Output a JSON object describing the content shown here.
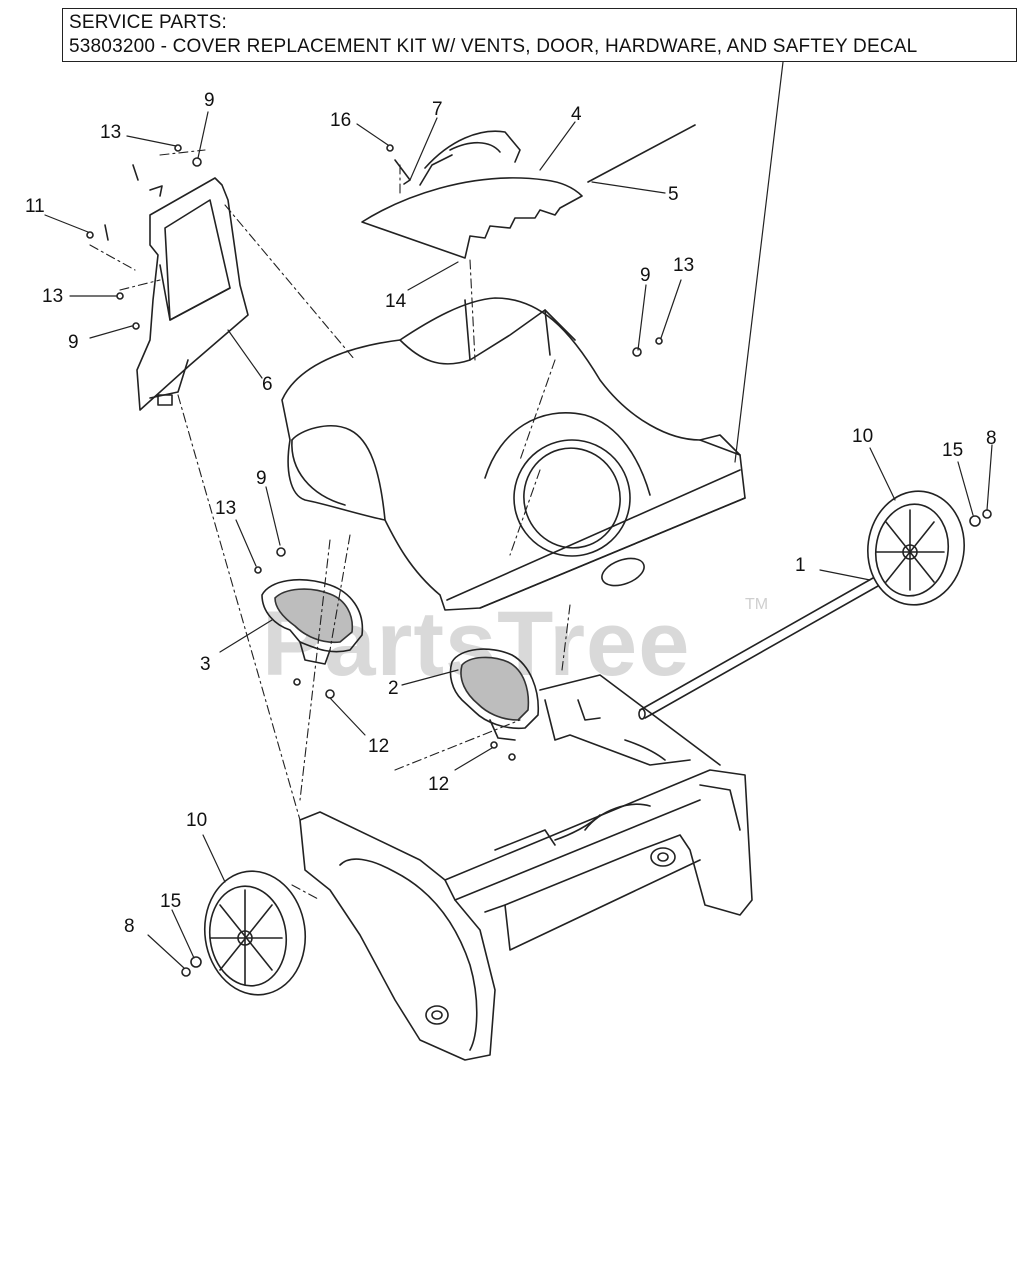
{
  "service_box": {
    "heading": "SERVICE PARTS:",
    "kit": "53803200 - COVER REPLACEMENT KIT W/ VENTS, DOOR, HARDWARE, AND SAFTEY DECAL"
  },
  "watermark": {
    "brand": "PartsTree",
    "tm": "TM"
  },
  "callouts": [
    {
      "id": "c9a",
      "label": "9"
    },
    {
      "id": "c13a",
      "label": "13"
    },
    {
      "id": "c16",
      "label": "16"
    },
    {
      "id": "c7",
      "label": "7"
    },
    {
      "id": "c4",
      "label": "4"
    },
    {
      "id": "c5",
      "label": "5"
    },
    {
      "id": "c11",
      "label": "11"
    },
    {
      "id": "c13b",
      "label": "13"
    },
    {
      "id": "c9b",
      "label": "9"
    },
    {
      "id": "c6",
      "label": "6"
    },
    {
      "id": "c14",
      "label": "14"
    },
    {
      "id": "c9c",
      "label": "9"
    },
    {
      "id": "c13c",
      "label": "13"
    },
    {
      "id": "c10a",
      "label": "10"
    },
    {
      "id": "c15a",
      "label": "15"
    },
    {
      "id": "c8a",
      "label": "8"
    },
    {
      "id": "c9d",
      "label": "9"
    },
    {
      "id": "c13d",
      "label": "13"
    },
    {
      "id": "c1",
      "label": "1"
    },
    {
      "id": "c3",
      "label": "3"
    },
    {
      "id": "c2",
      "label": "2"
    },
    {
      "id": "c12a",
      "label": "12"
    },
    {
      "id": "c12b",
      "label": "12"
    },
    {
      "id": "c10b",
      "label": "10"
    },
    {
      "id": "c15b",
      "label": "15"
    },
    {
      "id": "c8b",
      "label": "8"
    }
  ]
}
